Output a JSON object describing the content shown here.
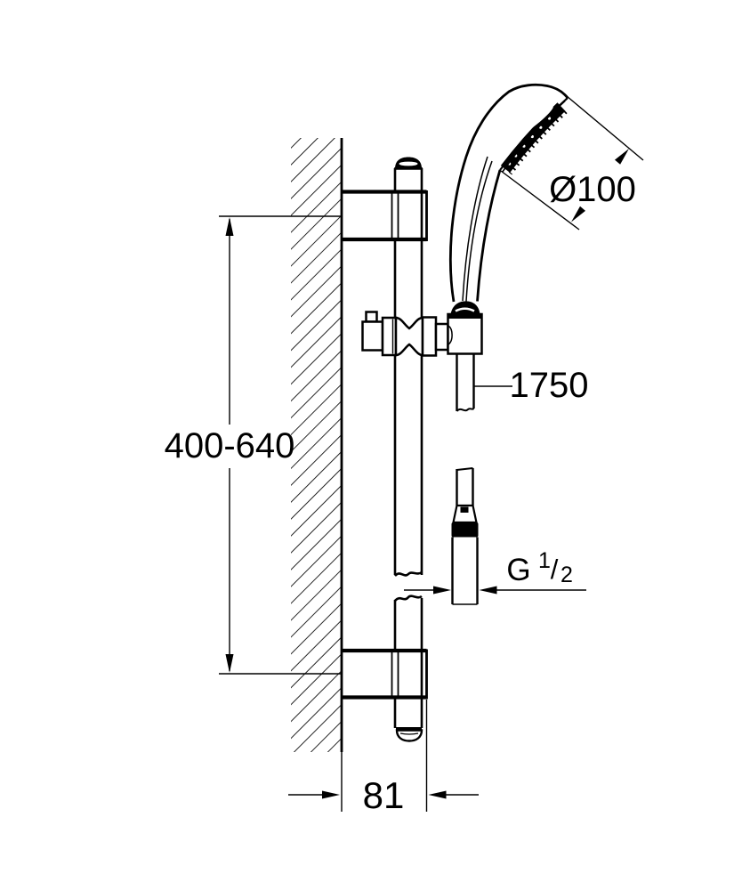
{
  "drawing": {
    "kind": "technical-dimension-drawing",
    "subject": "wall-mounted shower rail set with hand shower and hose",
    "background_color": "#ffffff",
    "line_color": "#000000",
    "labels": {
      "rail_mount_span": "400-640",
      "head_diameter": "Ø100",
      "hose_length": "1750",
      "thread_letter": "G",
      "thread_numerator": "1",
      "thread_slash": "/",
      "thread_denominator": "2",
      "wall_offset": "81"
    }
  }
}
